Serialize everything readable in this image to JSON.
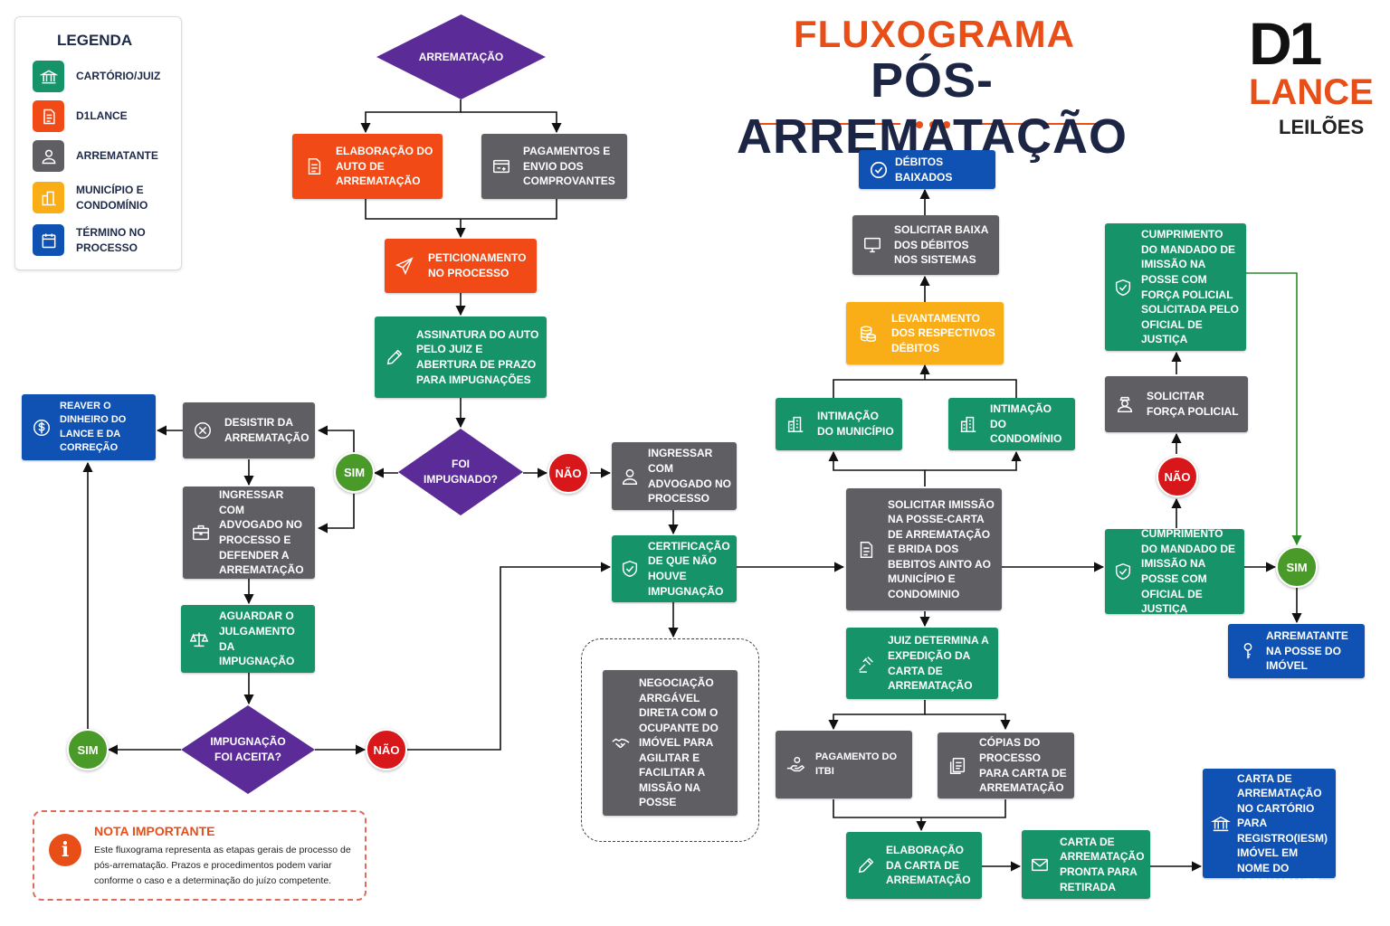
{
  "title": {
    "line1": "FLUXOGRAMA",
    "line2": "PÓS-ARREMATAÇÃO"
  },
  "logo": {
    "mark": "D1",
    "brand": "LANCE",
    "sub": "LEILÕES"
  },
  "legend": {
    "title": "LEGENDA",
    "items": [
      {
        "label": "CARTÓRIO/JUIZ",
        "color": "#17936a",
        "icon": "courthouse-icon"
      },
      {
        "label": "D1LANCE",
        "color": "#f14a16",
        "icon": "document-icon"
      },
      {
        "label": "ARREMATANTE",
        "color": "#5f5f63",
        "icon": "person-icon"
      },
      {
        "label": "MUNICÍPIO E CONDOMÍNIO",
        "color": "#f9ad17",
        "icon": "buildings-icon"
      },
      {
        "label": "TÉRMINO NO PROCESSO",
        "color": "#0f52b3",
        "icon": "calendar-icon"
      }
    ]
  },
  "nodes": {
    "arrematacao": "ARREMATAÇÃO",
    "elaboracao_auto": "ELABORAÇÃO DO AUTO DE ARREMATAÇÃO",
    "pagamentos": "PAGAMENTOS E ENVIO DOS COMPROVANTES",
    "peticionamento": "PETICIONAMENTO NO PROCESSO",
    "assinatura": "ASSINATURA DO AUTO PELO JUIZ E ABERTURA DE PRAZO PARA IMPUGNAÇÕES",
    "foi_impugnado": "FOI IMPUGNADO?",
    "desistir": "DESISTIR DA ARREMATAÇÃO",
    "reaver": "REAVER O DINHEIRO DO LANCE E DA CORREÇÃO",
    "ingressar_defender": "INGRESSAR COM ADVOGADO NO PROCESSO E DEFENDER A ARREMATAÇÃO",
    "aguardar": "AGUARDAR O JULGAMENTO DA IMPUGNAÇÃO",
    "impugnacao_aceita": "IMPUGNAÇÃO FOI ACEITA?",
    "ingressar_processo": "INGRESSAR COM ADVOGADO NO PROCESSO",
    "certificacao": "CERTIFICAÇÃO DE QUE NÃO HOUVE IMPUGNAÇÃO",
    "negociacao": "NEGOCIAÇÃO ARRGÁVEL DIRETA COM O OCUPANTE DO IMÓVEL PARA AGILITAR E FACILITAR A MISSÃO NA POSSE",
    "debitos_baixados": "DÉBITOS BAIXADOS",
    "solicitar_baixa": "SOLICITAR BAIXA DOS DÉBITOS NOS SISTEMAS",
    "levantamento": "LEVANTAMENTO DOS RESPECTIVOS DÉBITOS",
    "intimacao_municipio": "INTIMAÇÃO DO MUNICÍPIO",
    "intimacao_condominio": "INTIMAÇÃO DO CONDOMÍNIO",
    "solicitar_imissao": "SOLICITAR IMISSÃO NA POSSE-CARTA DE ARREMATAÇÃO E BRIDA DOS BEBITOS AINTO AO MUNICÍPIO E CONDOMINIO",
    "juiz_determina": "JUIZ DETERMINA A EXPEDIÇÃO DA CARTA DE ARREMATAÇÃO",
    "pagamento_itbi": "PAGAMENTO DO ITBI",
    "copias": "CÓPIAS DO PROCESSO PARA CARTA DE ARREMATAÇÃO",
    "elaboracao_carta": "ELABORAÇÃO DA CARTA DE ARREMATAÇÃO",
    "carta_pronta": "CARTA DE ARREMATAÇÃO PRONTA PARA RETIRADA",
    "apresentar_carta": "APRESENTAR A CARTA DE ARREMATAÇÃO NO CARTÓRIO PARA REGISTRO(IESM) IMÓVEL EM NOME DO ARREMATANTE",
    "cumprimento_policial": "CUMPRIMENTO DO MANDADO DE IMISSÃO NA POSSE COM FORÇA POLICIAL SOLICITADA PELO OFICIAL DE JUSTIÇA",
    "solicitar_forca": "SOLICITAR FORÇA POLICIAL",
    "cumprimento_oficial": "CUMPRIMENTO DO MANDADO DE IMISSÃO NA POSSE COM OFICIAL DE JUSTIÇA",
    "arrematante_posse": "ARREMATANTE NA POSSE DO IMÓVEL"
  },
  "decisions": {
    "sim": "SIM",
    "nao": "NÃO"
  },
  "note": {
    "title": "NOTA IMPORTANTE",
    "text": "Este fluxograma representa as etapas gerais de processo de pós-arrematação. Prazos e procedimentos podem variar conforme o caso e a determinação do juízo competente."
  }
}
